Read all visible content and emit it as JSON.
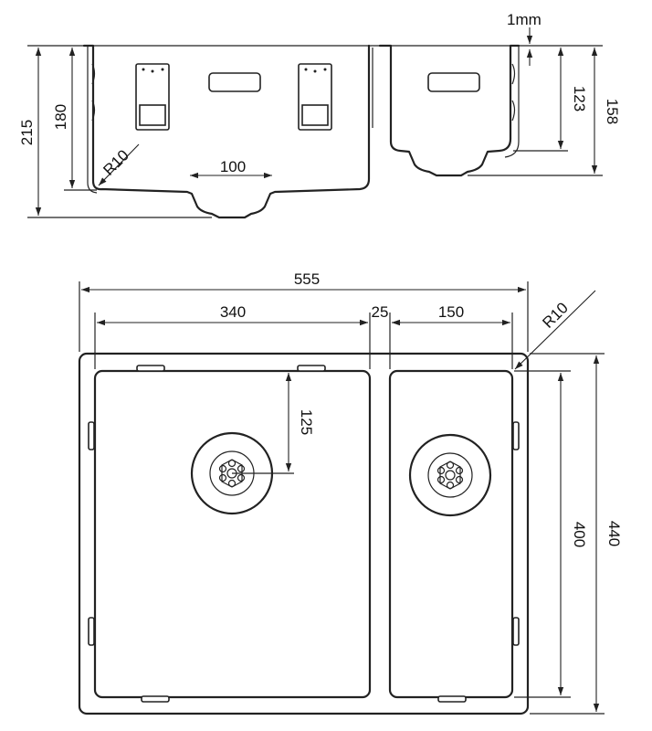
{
  "section_view": {
    "dims": {
      "overall_height": "215",
      "large_bowl_depth": "180",
      "corner_radius": "R10",
      "waste_width": "100",
      "lip_thickness": "1mm",
      "small_bowl_depth": "123",
      "small_bowl_total": "158"
    }
  },
  "plan_view": {
    "dims": {
      "overall_width": "555",
      "large_bowl_width": "340",
      "divider_width": "25",
      "small_bowl_width": "150",
      "corner_radius": "R10",
      "drain_offset": "125",
      "bowl_length": "400",
      "overall_length": "440"
    }
  }
}
